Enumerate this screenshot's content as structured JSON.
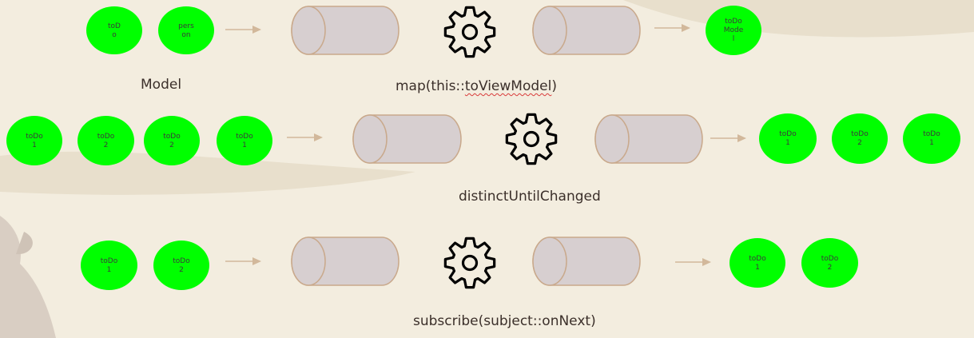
{
  "colors": {
    "background": "#f3eddf",
    "node_fill": "#00ff00",
    "cylinder_fill": "#d7cfd0",
    "cylinder_stroke": "#c9a98c",
    "arrow": "#d2b89b",
    "gear": "#000000"
  },
  "rows": [
    {
      "inputs": [
        "toD\no",
        "pers\non"
      ],
      "outputs": [
        "toDo\nMode\nl"
      ],
      "input_caption": "Model",
      "operator_prefix": "map(this::",
      "operator_flagged": "toViewModel",
      "operator_suffix": ")"
    },
    {
      "inputs": [
        "toDo\n1",
        "toDo\n2",
        "toDo\n2",
        "toDo\n1"
      ],
      "outputs": [
        "toDo\n1",
        "toDo\n2",
        "toDo\n1"
      ],
      "operator": "distinctUntilChanged"
    },
    {
      "inputs": [
        "toDo\n1",
        "toDo\n2"
      ],
      "outputs": [
        "toDo\n1",
        "toDo\n2"
      ],
      "operator": "subscribe(subject::onNext)"
    }
  ],
  "icons": {
    "gear": "gear-icon",
    "arrow": "arrow-right-icon",
    "pipe": "cylinder-pipe-icon"
  }
}
